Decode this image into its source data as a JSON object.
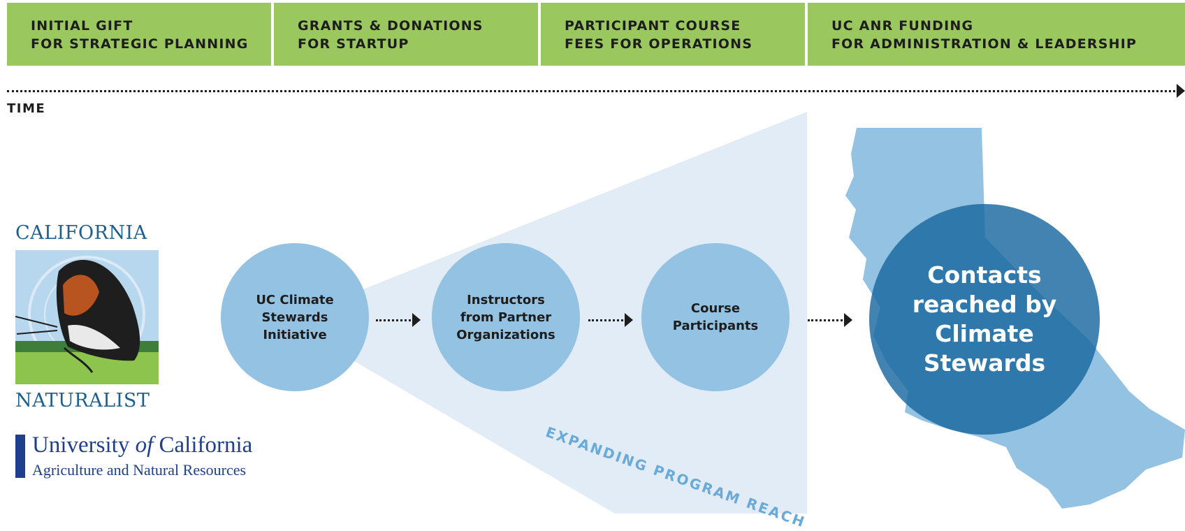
{
  "funding_bands": [
    {
      "text": "INITIAL GIFT\nFOR STRATEGIC PLANNING"
    },
    {
      "text": "GRANTS & DONATIONS\nFOR STARTUP"
    },
    {
      "text": "PARTICIPANT COURSE\nFEES FOR OPERATIONS"
    },
    {
      "text": "UC ANR FUNDING\nFOR ADMINISTRATION & LEADERSHIP"
    }
  ],
  "timeline": {
    "label": "TIME"
  },
  "flow": {
    "nodes": [
      {
        "text": "UC Climate\nStewards\nInitiative"
      },
      {
        "text": "Instructors\nfrom Partner\nOrganizations"
      },
      {
        "text": "Course\nParticipants"
      },
      {
        "text": "Contacts\nreached by\nClimate\nStewards"
      }
    ],
    "reach_label": "EXPANDING PROGRAM REACH"
  },
  "logos": {
    "california_naturalist": {
      "top": "CALIFORNIA",
      "bottom": "NATURALIST"
    },
    "uc_anr": {
      "title_pre": "University ",
      "title_of": "of",
      "title_post": " California",
      "subtitle": "Agriculture and Natural Resources"
    }
  },
  "colors": {
    "band_green": "#9bc75f",
    "circle_light_blue": "#94c2e2",
    "circle_dark_blue": "#1968a0",
    "reach_wedge": "#e1ecf6",
    "california_map": "#94c2e2",
    "uc_blue": "#1f3f8c"
  }
}
